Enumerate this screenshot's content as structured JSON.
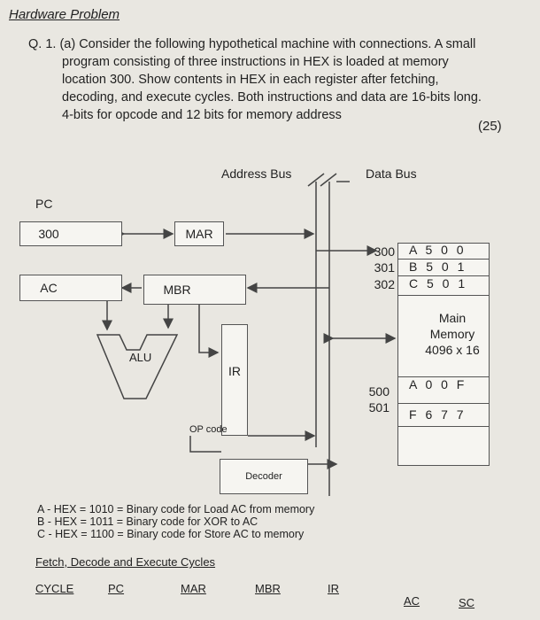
{
  "heading": "Hardware Problem",
  "question": {
    "lines": [
      "Q. 1. (a) Consider the following hypothetical machine with connections. A small",
      "program consisting of three instructions in HEX is loaded at memory",
      "location 300. Show contents in HEX in each register after fetching,",
      "decoding, and execute cycles. Both instructions and data are 16-bits long.",
      "4-bits for opcode and 12 bits for memory address"
    ],
    "marks": "(25)"
  },
  "diagram": {
    "address_bus": "Address Bus",
    "data_bus": "Data Bus",
    "pc_label": "PC",
    "pc_value": "300",
    "mar": "MAR",
    "ac": "AC",
    "mbr": "MBR",
    "alu": "ALU",
    "ir": "IR",
    "opcode": "OP code",
    "decoder": "Decoder",
    "memory": {
      "rows": [
        {
          "addr": "300",
          "value": "A 5 0 0"
        },
        {
          "addr": "301",
          "value": "B 5 0 1"
        },
        {
          "addr": "302",
          "value": "C 5 0 1"
        },
        {
          "addr": "500",
          "value": "A 0 0 F"
        },
        {
          "addr": "501",
          "value": "F 6 7 7"
        }
      ],
      "title_1": "Main",
      "title_2": "Memory",
      "title_3": "4096 x 16"
    }
  },
  "encodings": [
    "A - HEX = 1010 = Binary code for Load AC from memory",
    "B - HEX = 1011 = Binary code for XOR to AC",
    "C - HEX = 1100 = Binary code for Store AC to memory"
  ],
  "fetch_title": "Fetch, Decode and Execute Cycles",
  "table_headers": [
    "CYCLE",
    "PC",
    "MAR",
    "MBR",
    "IR",
    "AC",
    "SC"
  ]
}
